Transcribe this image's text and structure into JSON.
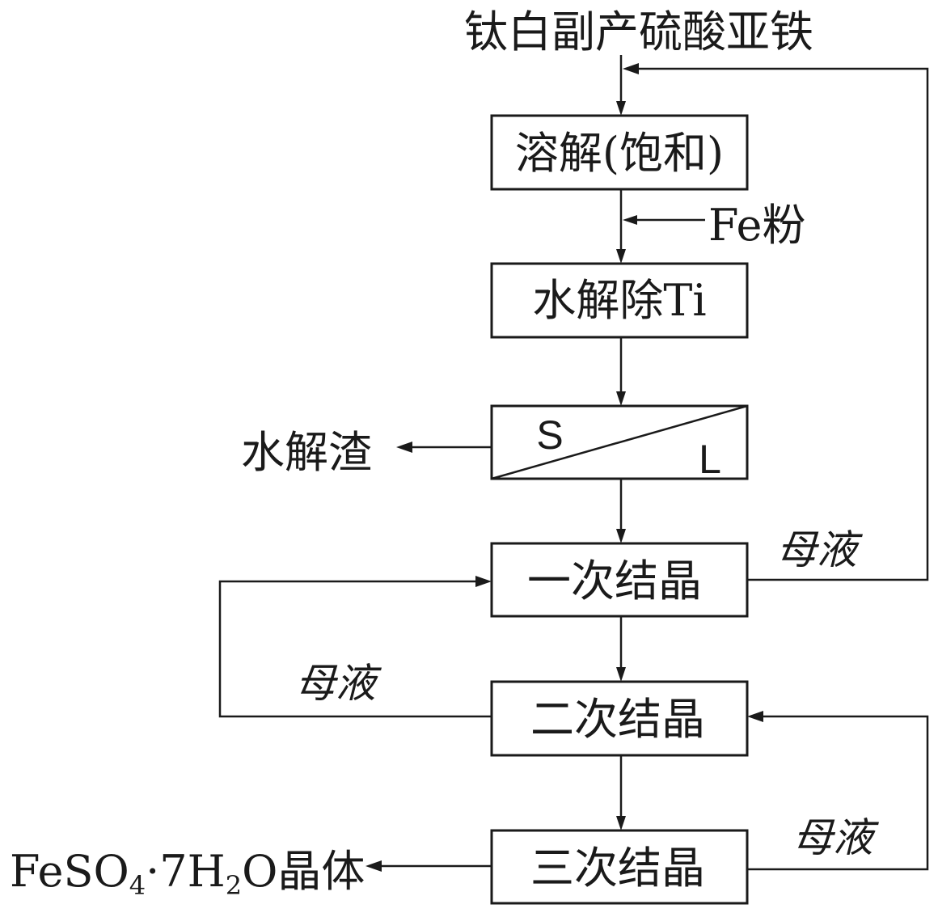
{
  "top_input": "钛白副产硫酸亚铁",
  "steps": {
    "dissolve": "溶解(饱和)",
    "hydrolysis": "水解除Ti",
    "first_crystal": "一次结晶",
    "second_crystal": "二次结晶",
    "third_crystal": "三次结晶"
  },
  "separator": {
    "solid": "S",
    "liquid": "L"
  },
  "fe_powder": "Fe粉",
  "residue": "水解渣",
  "mother_liquor": {
    "from_first": "母液",
    "from_second": "母液",
    "from_third": "母液"
  },
  "product": {
    "prefix": "FeSO",
    "sub1": "4",
    "mid": "·7H",
    "sub2": "2",
    "suffix": "O晶体"
  },
  "colors": {
    "stroke": "#1a1a1a",
    "background": "#ffffff"
  }
}
